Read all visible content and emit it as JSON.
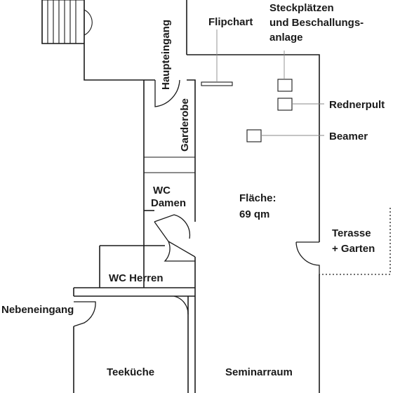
{
  "labels": {
    "haupteingang": "Haupteingang",
    "flipchart": "Flipchart",
    "steckplaetze_line1": "Steckplätzen",
    "steckplaetze_line2": "und Beschallungs-",
    "steckplaetze_line3": "anlage",
    "rednerpult": "Rednerpult",
    "garderobe": "Garderobe",
    "beamer": "Beamer",
    "wc_damen_line1": "WC",
    "wc_damen_line2": "Damen",
    "flaeche_line1": "Fläche:",
    "flaeche_line2": "69 qm",
    "terasse_line1": "Terasse",
    "terasse_line2": "+ Garten",
    "wc_herren": "WC Herren",
    "nebeneingang": "Nebeneingang",
    "teekueche": "Teeküche",
    "seminarraum": "Seminarraum"
  }
}
